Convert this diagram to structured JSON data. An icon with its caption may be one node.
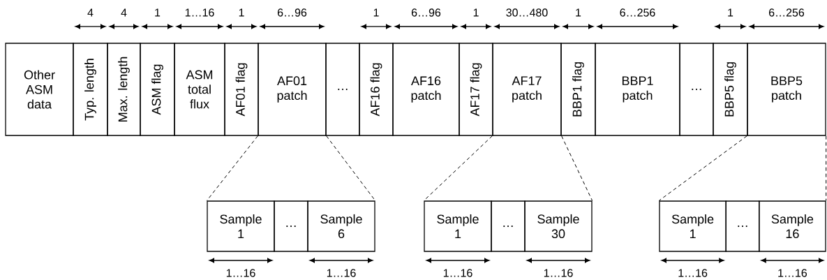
{
  "diagram": {
    "nodes": [
      {
        "text": [
          "Other ASM data"
        ]
      },
      {
        "text": [
          "Typ. length"
        ]
      },
      {
        "text": [
          "Max. length"
        ]
      },
      {
        "text": [
          "ASM flag"
        ]
      },
      {
        "text": [
          "ASM total flux"
        ]
      },
      {
        "text": [
          "AF01 flag"
        ]
      },
      {
        "text": [
          "AF01 patch"
        ]
      },
      {
        "text": [
          "…"
        ]
      },
      {
        "text": [
          "AF16 flag"
        ]
      },
      {
        "text": [
          "AF16 patch"
        ]
      },
      {
        "text": [
          "AF17 flag"
        ]
      },
      {
        "text": [
          "AF17 patch"
        ]
      },
      {
        "text": [
          "BBP1 flag"
        ]
      },
      {
        "text": [
          "BBP1 patch"
        ]
      },
      {
        "text": [
          "…"
        ]
      },
      {
        "text": [
          "BBP5 flag"
        ]
      },
      {
        "text": [
          "BBP5 patch"
        ]
      },
      {
        "text": [
          "Sample 1"
        ]
      },
      {
        "text": [
          "…"
        ]
      },
      {
        "text": [
          "Sample 6"
        ]
      },
      {
        "text": [
          "Sample 1"
        ]
      },
      {
        "text": [
          "…"
        ]
      },
      {
        "text": [
          "Sample 30"
        ]
      },
      {
        "text": [
          "Sample 1"
        ]
      },
      {
        "text": [
          "…"
        ]
      },
      {
        "text": [
          "Sample 16"
        ]
      }
    ],
    "edges": [
      {
        "from": 6,
        "to": 17,
        "arrow": "none",
        "style": "dashed"
      },
      {
        "from": 6,
        "to": 19,
        "arrow": "none",
        "style": "dashed"
      },
      {
        "from": 11,
        "to": 20,
        "arrow": "none",
        "style": "dashed"
      },
      {
        "from": 11,
        "to": 22,
        "arrow": "none",
        "style": "dashed"
      },
      {
        "from": 16,
        "to": 23,
        "arrow": "none",
        "style": "dashed"
      },
      {
        "from": 16,
        "to": 25,
        "arrow": "none",
        "style": "dashed"
      }
    ],
    "labels": [
      "4",
      "4",
      "1",
      "1…16",
      "1",
      "6…96",
      "1",
      "6…96",
      "1",
      "30…480",
      "1",
      "6…256",
      "1",
      "6…256",
      "1…16",
      "1…16",
      "1…16",
      "1…16",
      "1…16",
      "1…16"
    ]
  }
}
